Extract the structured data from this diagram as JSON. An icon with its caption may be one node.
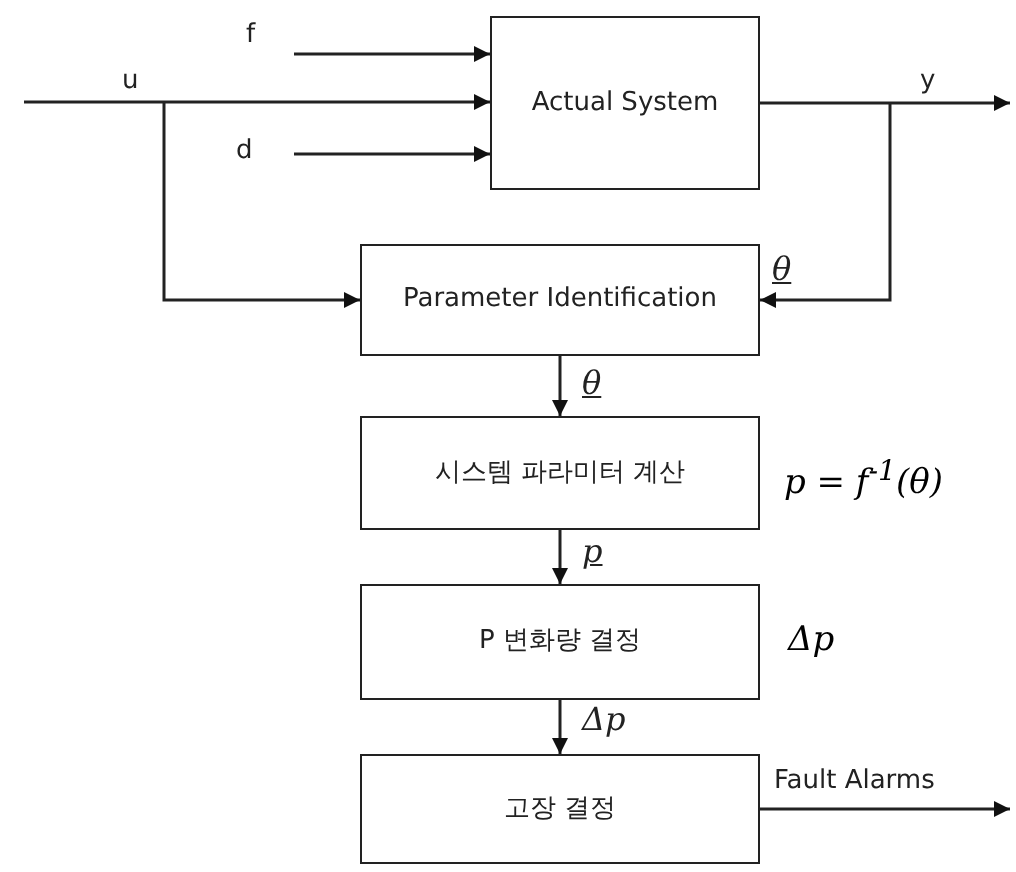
{
  "diagram": {
    "nodes": [
      {
        "text": [
          "Actual System"
        ]
      },
      {
        "text": [
          "Parameter Identification"
        ]
      },
      {
        "text": [
          "시스템 파라미터 계산"
        ],
        "beside": [
          "p = f$^{-1}$(θ)"
        ]
      },
      {
        "text": [
          "P 변화량 결정"
        ],
        "beside": [
          "Δp"
        ]
      },
      {
        "text": [
          "고장 결정"
        ]
      }
    ],
    "edges": [
      {
        "from": null,
        "to": 0,
        "arrow": "to",
        "label": "f"
      },
      {
        "from": null,
        "to": 0,
        "arrow": "to",
        "label": "u"
      },
      {
        "from": null,
        "to": 0,
        "arrow": "to",
        "label": "d"
      },
      {
        "from": 0,
        "to": null,
        "arrow": "to",
        "label": "y"
      },
      {
        "from": null,
        "to": 1,
        "arrow": "to"
      },
      {
        "from": null,
        "to": 1,
        "arrow": "to",
        "label": "θ"
      },
      {
        "from": 1,
        "to": 2,
        "arrow": "to",
        "label": "θ"
      },
      {
        "from": 2,
        "to": 3,
        "arrow": "to",
        "label": "p"
      },
      {
        "from": 3,
        "to": 4,
        "arrow": "to",
        "label": "Δp"
      },
      {
        "from": 4,
        "to": null,
        "arrow": "to",
        "label": "Fault Alarms"
      }
    ]
  }
}
